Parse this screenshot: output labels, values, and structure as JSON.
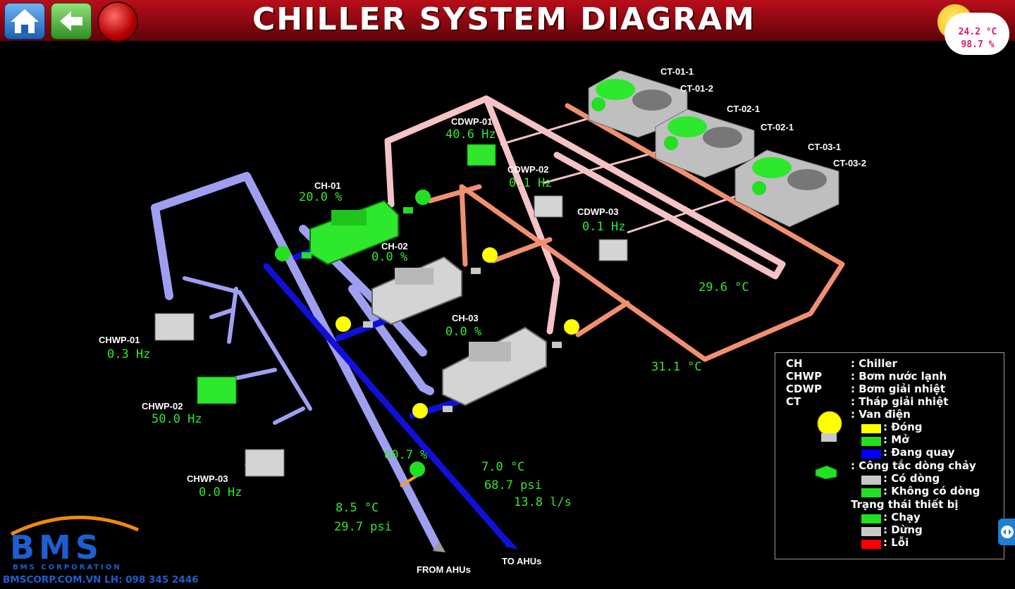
{
  "header": {
    "title": "CHILLER SYSTEM DIAGRAM"
  },
  "weather": {
    "temperature": "24.2 °C",
    "humidity": "98.7 %"
  },
  "chillers": [
    {
      "name": "CH-01",
      "load": "20.0 %",
      "status": "running"
    },
    {
      "name": "CH-02",
      "load": "0.0 %",
      "status": "stopped"
    },
    {
      "name": "CH-03",
      "load": "0.0 %",
      "status": "stopped"
    }
  ],
  "condenser_pumps": [
    {
      "name": "CDWP-01",
      "freq": "40.6 Hz",
      "status": "running"
    },
    {
      "name": "CDWP-02",
      "freq": "0.1 Hz",
      "status": "stopped"
    },
    {
      "name": "CDWP-03",
      "freq": "0.1 Hz",
      "status": "stopped"
    }
  ],
  "chilled_pumps": [
    {
      "name": "CHWP-01",
      "freq": "0.3 Hz",
      "status": "stopped"
    },
    {
      "name": "CHWP-02",
      "freq": "50.0 Hz",
      "status": "running"
    },
    {
      "name": "CHWP-03",
      "freq": "0.0 Hz",
      "status": "stopped"
    }
  ],
  "cooling_towers": [
    "CT-01-1",
    "CT-01-2",
    "CT-02-1",
    "CT-02-1",
    "CT-03-1",
    "CT-03-2"
  ],
  "condenser_temps": {
    "return": "29.6 °C",
    "supply": "31.1 °C"
  },
  "bypass_valve": "60.7 %",
  "supply": {
    "temp": "7.0 °C",
    "pressure": "68.7 psi",
    "flow": "13.8 l/s"
  },
  "return": {
    "temp": "8.5 °C",
    "pressure": "29.7 psi"
  },
  "flow_labels": {
    "from_ahu": "FROM AHUs",
    "to_ahu": "TO AHUs"
  },
  "legend": {
    "rows": [
      {
        "code": "CH",
        "desc": ": Chiller"
      },
      {
        "code": "CHWP",
        "desc": ": Bơm nước lạnh"
      },
      {
        "code": "CDWP",
        "desc": ": Bơm giải nhiệt"
      },
      {
        "code": "CT",
        "desc": ": Tháp giải nhiệt"
      }
    ],
    "valve_title": ": Van điện",
    "valve_states": [
      {
        "label": ": Đóng",
        "color": "#ffff00"
      },
      {
        "label": ": Mở",
        "color": "#22e022"
      },
      {
        "label": ": Đang quay",
        "color": "#0000ff"
      }
    ],
    "flow_switch_title": ": Công tắc dòng chảy",
    "flow_states": [
      {
        "label": ": Có dòng",
        "color": "#c8c8c8"
      },
      {
        "label": ": Không có dòng",
        "color": "#22e022"
      }
    ],
    "status_title": "Trạng thái thiết bị",
    "status_states": [
      {
        "label": ": Chạy",
        "color": "#22e022"
      },
      {
        "label": ": Dừng",
        "color": "#c8c8c8"
      },
      {
        "label": ": Lỗi",
        "color": "#ff0000"
      }
    ]
  },
  "footer": {
    "logo": "BMS",
    "company": "BMS CORPORATION",
    "contact": "BMSCORP.COM.VN  LH: 098 345 2446"
  },
  "colors": {
    "running": "#22e022",
    "stopped": "#c8c8c8",
    "chilled_return_pipe": "#9f9ff2",
    "chilled_supply_pipe": "#1010d8",
    "condenser_pipe": "#f09070",
    "cooling_pipe": "#f5c2c6",
    "value_text": "#35e62e"
  }
}
